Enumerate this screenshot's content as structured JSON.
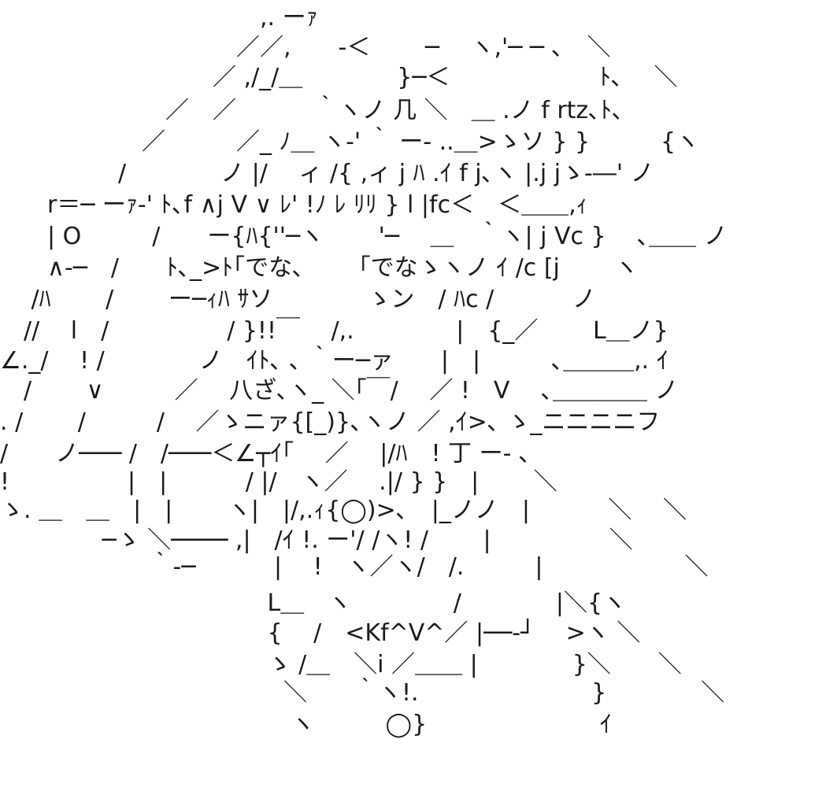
{
  "art": {
    "lines": [
      "　　　　　　　　　　　,. ーｧ",
      "　　　　　　　　　　／／,　　-＜　　 ─　 ヽ,'─ ─ ､　＼",
      "　　　　　　　　　／ ,/_/＿　　　　}─＜　　　　　　 ﾄ､ 　＼",
      "　　　　　　　／　／　　　 ｀ヽノ 几 ＼　＿ .ノ f rtz､ﾄ､",
      "　　　　　　／　　　／_ ﾉ＿ ヽ-' ｀ ー- ..＿>ゝソ } }　　　{ヽ",
      "　　　　　/　　　　ノ |/　 ィ /{ ,ィ j ﾊ .ｲ f j､ヽ |.j jゝ-―' ノ",
      "　　r＝─ ーｧ-' ﾄ､f ∧j V ∨ ﾚ' !ﾉ ﾚ ﾘﾘ } l |fc＜　＜＿＿,ｨ",
      "　　| O　　　/　　ー{ﾊ{''─ヽ　　 '─　 ＿　｀ヽ| j Vc }　 ､＿＿ ノ",
      "　　∧-─　/　　ﾄ､_>ﾄ｢でな､　　 ｢でなゝヽノ ｲ /c [j　　 ヽ",
      "　 /ﾊ　　 /　　 ー─ｨﾊ ｻソ　　　　ゝン　/ ﾊc /　　　 ノ",
      "　//　 l　/　　　　　/ }!!￣　 /,.　　　　 |　{_／　　 L＿ノ}",
      "∠._/　 ! /　　　　ノ　ｲﾄ､ ､ ｀ー─ァ　　|　|　　　､＿＿＿,. ｲ",
      "　/　　 ∨　　　／　 八ざ､ヽ_ ＼｢￣/　 ／ !　V　 ､＿＿＿＿ ノ",
      ". /　　 /　　　/　 ／ゝニァ{[_)}､ヽノ ／ ,ｲ>､ ゝ_ニニニニフ",
      "/　　ノ─── /　/───＜∠┬ｲ｢　 ／　 |/ﾊ　! 丁 ー- ､",
      "!　　　　　|　|　　　 / |/　ヽ／　 .|/ } }　|　　 ＼",
      "ゝ. ＿　＿　|　|　　 ヽ|　|/,.ｨ{◯)>､　|_ノノ　|　　　 ＼　 ＼",
      "　　　　 ─ゝ ＼──── ,|　/ｲ !. ー'/ /ヽ! /　　 |　　　　　＼",
      "　　　　　　 ｀-─　　　 |　 !　ヽ／ヽ/　/.　　　|　　　　　　＼",
      "　　　　　　　　　　　 L＿　ヽ　　　　 /　　　　|＼{ヽ",
      "　　　　　　　　　　　 {　 /　<Kf^V^／ |──-┘　 >ヽ ＼",
      "　　　　　　　　　　　 ゝ /＿　＼i ／＿＿ |　　　　}＼　　＼",
      "　　　　　　　　　　　　＼　　｀ヽ!.　　　　　　　 }　　　　＼",
      "　　　　　　　　　　　　 ヽ　　　◯}　　　　　　　 ｲ"
    ]
  }
}
